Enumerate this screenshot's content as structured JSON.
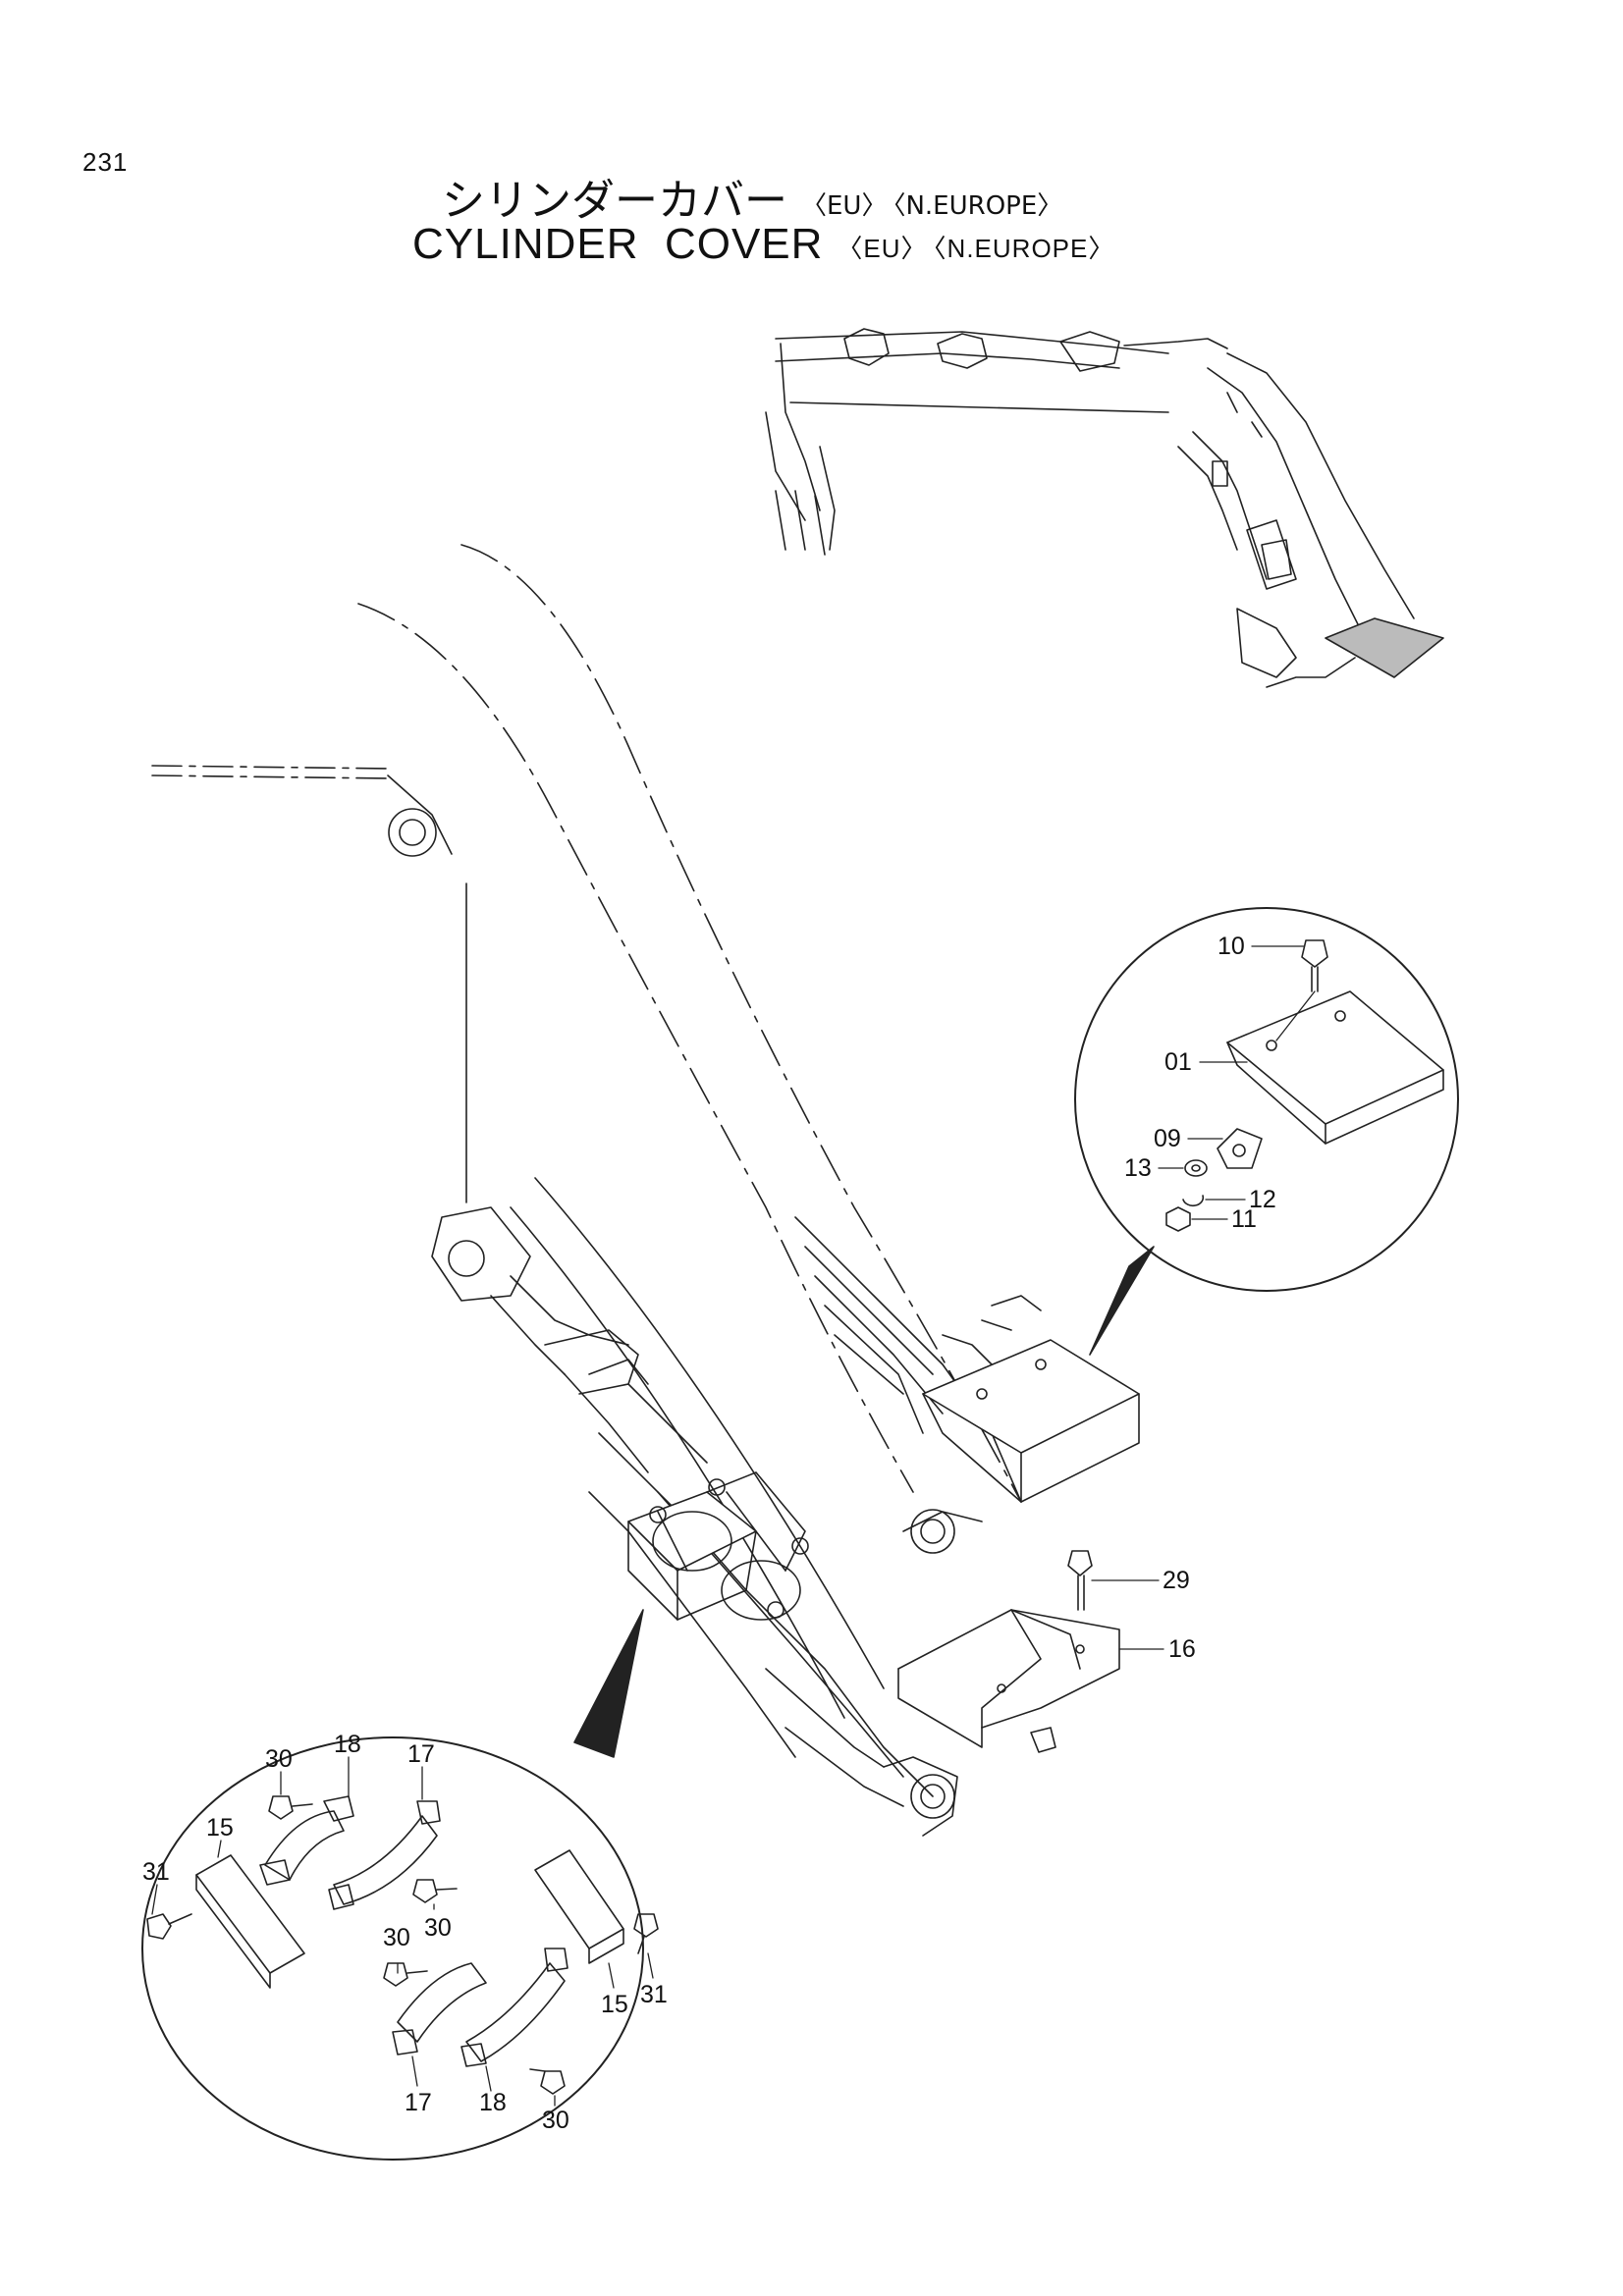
{
  "page_number": "231",
  "title_jp": {
    "main": "シリンダーカバー",
    "tag1": "〈EU〉",
    "tag2": "〈N.EUROPE〉"
  },
  "title_en": {
    "main": "CYLINDER  COVER",
    "tag1": "〈EU〉",
    "tag2": "〈N.EUROPE〉"
  },
  "callouts": {
    "upper_detail": [
      {
        "id": "c10",
        "text": "10"
      },
      {
        "id": "c01",
        "text": "01"
      },
      {
        "id": "c09",
        "text": "09"
      },
      {
        "id": "c13",
        "text": "13"
      },
      {
        "id": "c12",
        "text": "12"
      },
      {
        "id": "c11",
        "text": "11"
      }
    ],
    "main_view": [
      {
        "id": "c29",
        "text": "29"
      },
      {
        "id": "c16",
        "text": "16"
      }
    ],
    "lower_detail": [
      {
        "id": "c30a",
        "text": "30"
      },
      {
        "id": "c18a",
        "text": "18"
      },
      {
        "id": "c17a",
        "text": "17"
      },
      {
        "id": "c15a",
        "text": "15"
      },
      {
        "id": "c31a",
        "text": "31"
      },
      {
        "id": "c30b",
        "text": "30"
      },
      {
        "id": "c30c",
        "text": "30"
      },
      {
        "id": "c31b",
        "text": "31"
      },
      {
        "id": "c15b",
        "text": "15"
      },
      {
        "id": "c17b",
        "text": "17"
      },
      {
        "id": "c18b",
        "text": "18"
      },
      {
        "id": "c30d",
        "text": "30"
      }
    ]
  }
}
